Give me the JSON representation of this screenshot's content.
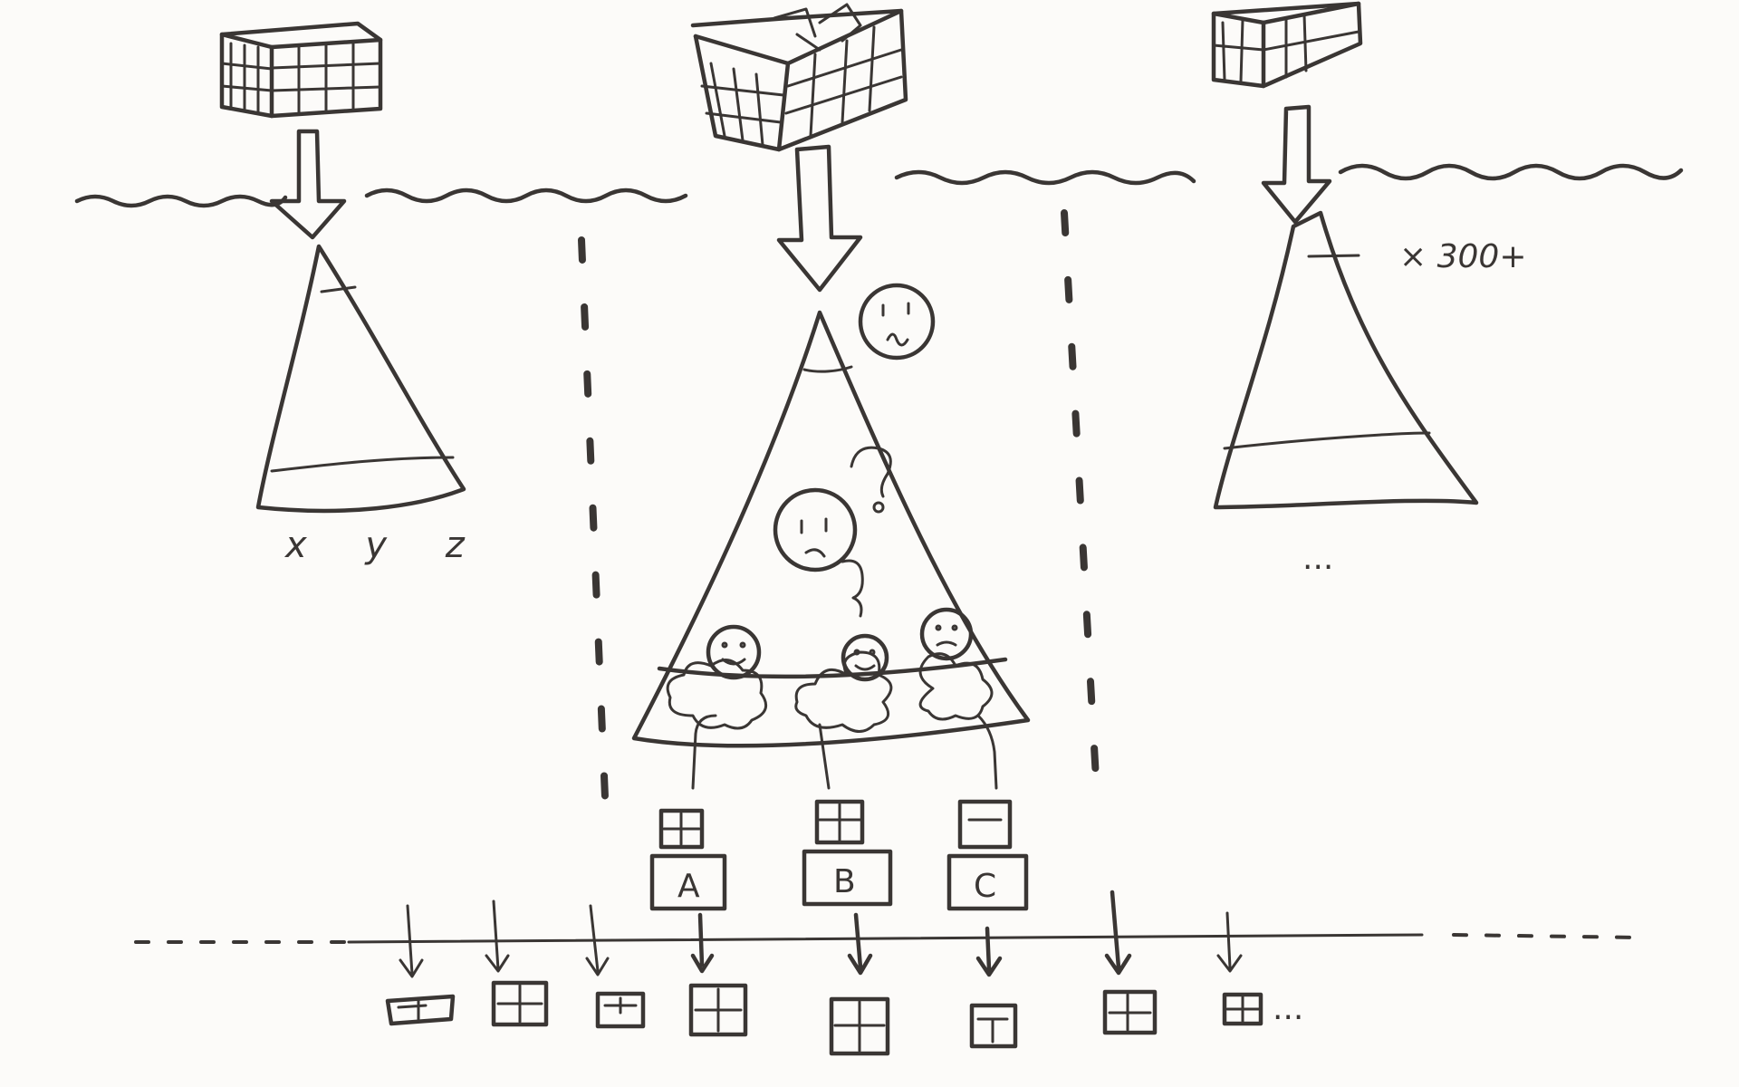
{
  "labels": {
    "left_cone_axes": "x y z",
    "right_cone_count": "× 300+",
    "right_cone_more": "...",
    "bottom_more": "...",
    "category_a": "A",
    "category_b": "B",
    "category_c": "C"
  },
  "colors": {
    "ink": "#3a3634",
    "paper": "#fcfbf9"
  },
  "icons": [
    "data-box-icon",
    "down-arrow-icon",
    "funnel-icon",
    "smiley-icon",
    "confused-face-icon",
    "question-mark-icon",
    "thought-cloud-icon",
    "grid-item-icon",
    "label-tag-icon"
  ]
}
